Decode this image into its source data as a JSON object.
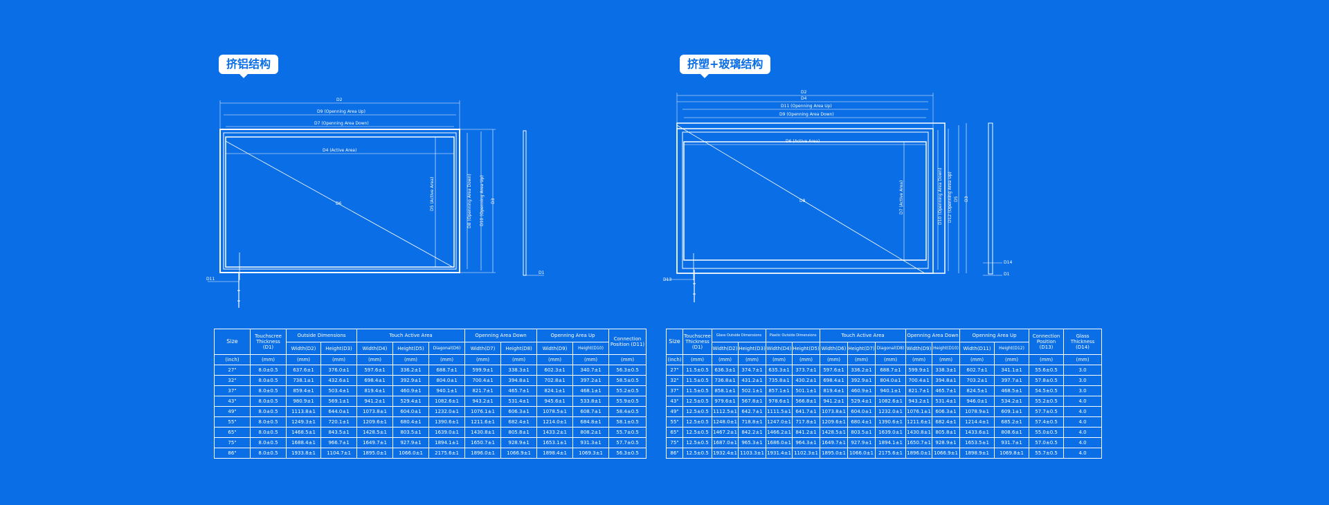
{
  "left": {
    "title": "挤铝结构",
    "drawing": {
      "d2": "D2",
      "d9": "D9 (Openning Area Up)",
      "d7": "D7 (Openning Area Down)",
      "d4": "D4 (Active Area)",
      "d6": "D6",
      "d5": "D5 (Active Area)",
      "d8": "D8 (Openning Area Down)",
      "d10": "D10 (Openning Area Up)",
      "d3": "D3",
      "d1": "D1",
      "d11": "D11"
    },
    "table": {
      "h_size": "Size",
      "h_thickness": "Touchscree Thickness (D1)",
      "h_outside": "Outside Dimensions",
      "h_touch": "Touch Active Area",
      "h_open_down": "Openning Area Down",
      "h_open_up": "Openning Area Up",
      "h_conn": "Connection Position (D11)",
      "sub": [
        "Width(D2)",
        "Height(D3)",
        "Width(D4)",
        "Height(D5)",
        "Diagonal(D6)",
        "Width(D7)",
        "Height(D8)",
        "Width(D9)",
        "Height(D10)"
      ],
      "units": [
        "(inch)",
        "(mm)",
        "(mm)",
        "(mm)",
        "(mm)",
        "(mm)",
        "(mm)",
        "(mm)",
        "(mm)",
        "(mm)",
        "(mm)",
        "(mm)"
      ],
      "rows": [
        [
          "27\"",
          "8.0±0.5",
          "637.6±1",
          "376.0±1",
          "597.6±1",
          "336.2±1",
          "688.7±1",
          "599.9±1",
          "338.3±1",
          "602.3±1",
          "340.7±1",
          "56.3±0.5"
        ],
        [
          "32\"",
          "8.0±0.5",
          "738.1±1",
          "432.6±1",
          "698.4±1",
          "392.9±1",
          "804.0±1",
          "700.4±1",
          "394.8±1",
          "702.8±1",
          "397.2±1",
          "58.5±0.5"
        ],
        [
          "37\"",
          "8.0±0.5",
          "859.4±1",
          "503.4±1",
          "819.4±1",
          "460.9±1",
          "940.1±1",
          "821.7±1",
          "465.7±1",
          "824.1±1",
          "468.1±1",
          "55.2±0.5"
        ],
        [
          "43\"",
          "8.0±0.5",
          "980.9±1",
          "569.1±1",
          "941.2±1",
          "529.4±1",
          "1082.6±1",
          "943.2±1",
          "531.4±1",
          "945.6±1",
          "533.8±1",
          "55.9±0.5"
        ],
        [
          "49\"",
          "8.0±0.5",
          "1113.8±1",
          "644.0±1",
          "1073.8±1",
          "604.0±1",
          "1232.0±1",
          "1076.1±1",
          "606.3±1",
          "1078.5±1",
          "608.7±1",
          "58.4±0.5"
        ],
        [
          "55\"",
          "8.0±0.5",
          "1249.3±1",
          "720.1±1",
          "1209.6±1",
          "680.4±1",
          "1390.6±1",
          "1211.6±1",
          "682.4±1",
          "1214.0±1",
          "684.8±1",
          "58.1±0.5"
        ],
        [
          "65\"",
          "8.0±0.5",
          "1468.5±1",
          "843.5±1",
          "1428.5±1",
          "803.5±1",
          "1639.0±1",
          "1430.8±1",
          "805.8±1",
          "1433.2±1",
          "808.2±1",
          "55.7±0.5"
        ],
        [
          "75\"",
          "8.0±0.5",
          "1688.4±1",
          "966.7±1",
          "1649.7±1",
          "927.9±1",
          "1894.1±1",
          "1650.7±1",
          "928.9±1",
          "1653.1±1",
          "931.3±1",
          "57.7±0.5"
        ],
        [
          "86\"",
          "8.0±0.5",
          "1933.8±1",
          "1104.7±1",
          "1895.0±1",
          "1066.0±1",
          "2175.6±1",
          "1896.0±1",
          "1066.9±1",
          "1898.4±1",
          "1069.3±1",
          "56.3±0.5"
        ]
      ]
    }
  },
  "right": {
    "title": "挤塑+玻璃结构",
    "drawing": {
      "d2": "D2",
      "d4": "D4",
      "d11": "D11 (Openning Area Up)",
      "d9": "D9 (Openning Area Down)",
      "d6": "D6 (Active Area)",
      "d8": "D8",
      "d7": "D7 (Active Area)",
      "d10": "D10 (Openning Area Down)",
      "d12": "D12 (Openning Area Up)",
      "d5": "D5",
      "d3": "D3",
      "d14": "D14",
      "d1": "D1",
      "d13": "D13"
    },
    "table": {
      "h_size": "Size",
      "h_thickness": "Touchscree Thickness (D1)",
      "h_glass_outside": "Glass Outside Dimensions",
      "h_plastic_outside": "Plastic Outside Dimensions",
      "h_touch": "Touch Active Area",
      "h_open_down": "Openning Area Down",
      "h_open_up": "Openning Area Up",
      "h_conn": "Connection Position (D13)",
      "h_glass_thick": "Glass Thickness (D14)",
      "sub": [
        "Width(D2)",
        "Height(D3)",
        "Width(D4)",
        "Height(D5)",
        "Width(D6)",
        "Height(D7)",
        "Diagonal(D8)",
        "Width(D9)",
        "Height(D10)",
        "Width(D11)",
        "Height(D12)"
      ],
      "units": [
        "(inch)",
        "(mm)",
        "(mm)",
        "(mm)",
        "(mm)",
        "(mm)",
        "(mm)",
        "(mm)",
        "(mm)",
        "(mm)",
        "(mm)",
        "(mm)",
        "(mm)",
        "(mm)",
        "(mm)"
      ],
      "rows": [
        [
          "27\"",
          "11.5±0.5",
          "636.3±1",
          "374.7±1",
          "635.3±1",
          "373.7±1",
          "597.6±1",
          "336.2±1",
          "688.7±1",
          "599.9±1",
          "338.3±1",
          "602.7±1",
          "341.1±1",
          "55.6±0.5",
          "3.0"
        ],
        [
          "32\"",
          "11.5±0.5",
          "736.8±1",
          "431.2±1",
          "735.8±1",
          "430.2±1",
          "698.4±1",
          "392.9±1",
          "804.0±1",
          "700.4±1",
          "394.8±1",
          "703.2±1",
          "397.7±1",
          "57.8±0.5",
          "3.0"
        ],
        [
          "37\"",
          "11.5±0.5",
          "858.1±1",
          "502.1±1",
          "857.1±1",
          "501.1±1",
          "819.4±1",
          "460.9±1",
          "940.1±1",
          "821.7±1",
          "465.7±1",
          "824.5±1",
          "468.5±1",
          "54.5±0.5",
          "3.0"
        ],
        [
          "43\"",
          "12.5±0.5",
          "979.6±1",
          "567.8±1",
          "978.6±1",
          "566.8±1",
          "941.2±1",
          "529.4±1",
          "1082.6±1",
          "943.2±1",
          "531.4±1",
          "946.0±1",
          "534.2±1",
          "55.2±0.5",
          "4.0"
        ],
        [
          "49\"",
          "12.5±0.5",
          "1112.5±1",
          "642.7±1",
          "1111.5±1",
          "641.7±1",
          "1073.8±1",
          "604.0±1",
          "1232.0±1",
          "1076.1±1",
          "606.3±1",
          "1078.9±1",
          "609.1±1",
          "57.7±0.5",
          "4.0"
        ],
        [
          "55\"",
          "12.5±0.5",
          "1248.0±1",
          "718.8±1",
          "1247.0±1",
          "717.8±1",
          "1209.6±1",
          "680.4±1",
          "1390.6±1",
          "1211.6±1",
          "682.4±1",
          "1214.4±1",
          "685.2±1",
          "57.4±0.5",
          "4.0"
        ],
        [
          "65\"",
          "12.5±0.5",
          "1467.2±1",
          "842.2±1",
          "1466.2±1",
          "841.2±1",
          "1428.5±1",
          "803.5±1",
          "1639.0±1",
          "1430.8±1",
          "805.8±1",
          "1433.6±1",
          "808.6±1",
          "55.0±0.5",
          "4.0"
        ],
        [
          "75\"",
          "12.5±0.5",
          "1687.0±1",
          "965.3±1",
          "1686.0±1",
          "964.3±1",
          "1649.7±1",
          "927.9±1",
          "1894.1±1",
          "1650.7±1",
          "928.9±1",
          "1653.5±1",
          "931.7±1",
          "57.0±0.5",
          "4.0"
        ],
        [
          "86\"",
          "12.5±0.5",
          "1932.4±1",
          "1103.3±1",
          "1931.4±1",
          "1102.3±1",
          "1895.0±1",
          "1066.0±1",
          "2175.6±1",
          "1896.0±1",
          "1066.9±1",
          "1898.9±1",
          "1069.8±1",
          "55.7±0.5",
          "4.0"
        ]
      ]
    }
  }
}
